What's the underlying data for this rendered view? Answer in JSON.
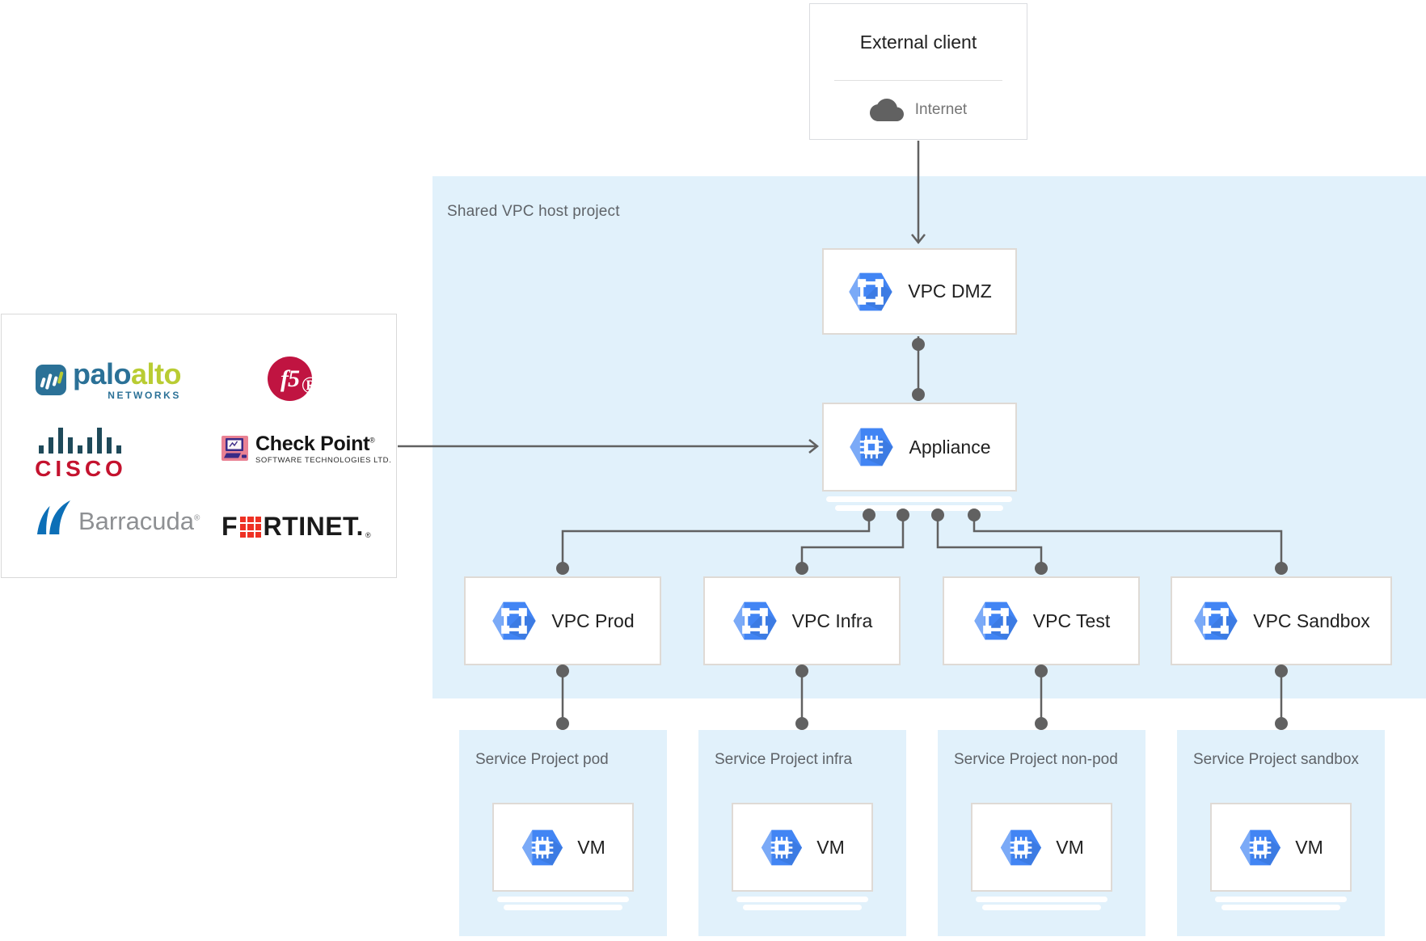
{
  "colors": {
    "host_panel_blue": "#E1F1FB",
    "connector_gray": "#616161",
    "icon_blue": "#4285F4",
    "icon_blue_light": "#7BAAF7",
    "icon_blue_shadow": "#3973D6",
    "label_dark": "#212121",
    "label_gray": "#5F6368",
    "paloalto_blue": "#2B7197",
    "paloalto_green": "#B9CC33",
    "f5_red": "#C01441",
    "cisco_red": "#C4122E",
    "cisco_teal": "#1F4A5A",
    "checkpoint_pink": "#E98193",
    "barracuda_blue": "#0C6FB7",
    "barracuda_gray": "#8E9093",
    "fortinet_red": "#EE3124"
  },
  "external_client": {
    "title": "External client",
    "internet_label": "Internet",
    "icon": "cloud-icon"
  },
  "host_project": {
    "label": "Shared VPC host project",
    "nodes": {
      "vpc_dmz": {
        "label": "VPC DMZ",
        "icon": "vpc-icon"
      },
      "appliance": {
        "label": "Appliance",
        "icon": "chip-icon"
      }
    },
    "vpcs": [
      {
        "label": "VPC Prod",
        "icon": "vpc-icon"
      },
      {
        "label": "VPC Infra",
        "icon": "vpc-icon"
      },
      {
        "label": "VPC Test",
        "icon": "vpc-icon"
      },
      {
        "label": "VPC Sandbox",
        "icon": "vpc-icon"
      }
    ]
  },
  "service_projects": [
    {
      "label": "Service Project pod",
      "vm": {
        "label": "VM",
        "icon": "chip-icon"
      }
    },
    {
      "label": "Service Project infra",
      "vm": {
        "label": "VM",
        "icon": "chip-icon"
      }
    },
    {
      "label": "Service Project non-pod",
      "vm": {
        "label": "VM",
        "icon": "chip-icon"
      }
    },
    {
      "label": "Service Project sandbox",
      "vm": {
        "label": "VM",
        "icon": "chip-icon"
      }
    }
  ],
  "vendors": {
    "palo_alto": {
      "word1": "palo",
      "word2": "alto",
      "sub": "NETWORKS"
    },
    "f5": {
      "label": "f5",
      "reg": "®"
    },
    "cisco": {
      "label": "CISCO"
    },
    "check_point": {
      "label": "Check Point",
      "reg": "®",
      "sub": "SOFTWARE TECHNOLOGIES LTD."
    },
    "barracuda": {
      "label": "Barracuda",
      "reg": "®"
    },
    "fortinet": {
      "pre": "F",
      "post": "RTINET.",
      "reg": "®"
    }
  },
  "edges": [
    "External client -> VPC DMZ",
    "VPC DMZ -> Appliance",
    "Vendor appliances -> Appliance",
    "Appliance -> VPC Prod",
    "Appliance -> VPC Infra",
    "Appliance -> VPC Test",
    "Appliance -> VPC Sandbox",
    "VPC Prod -> Service Project pod",
    "VPC Infra -> Service Project infra",
    "VPC Test -> Service Project non-pod",
    "VPC Sandbox -> Service Project sandbox"
  ]
}
